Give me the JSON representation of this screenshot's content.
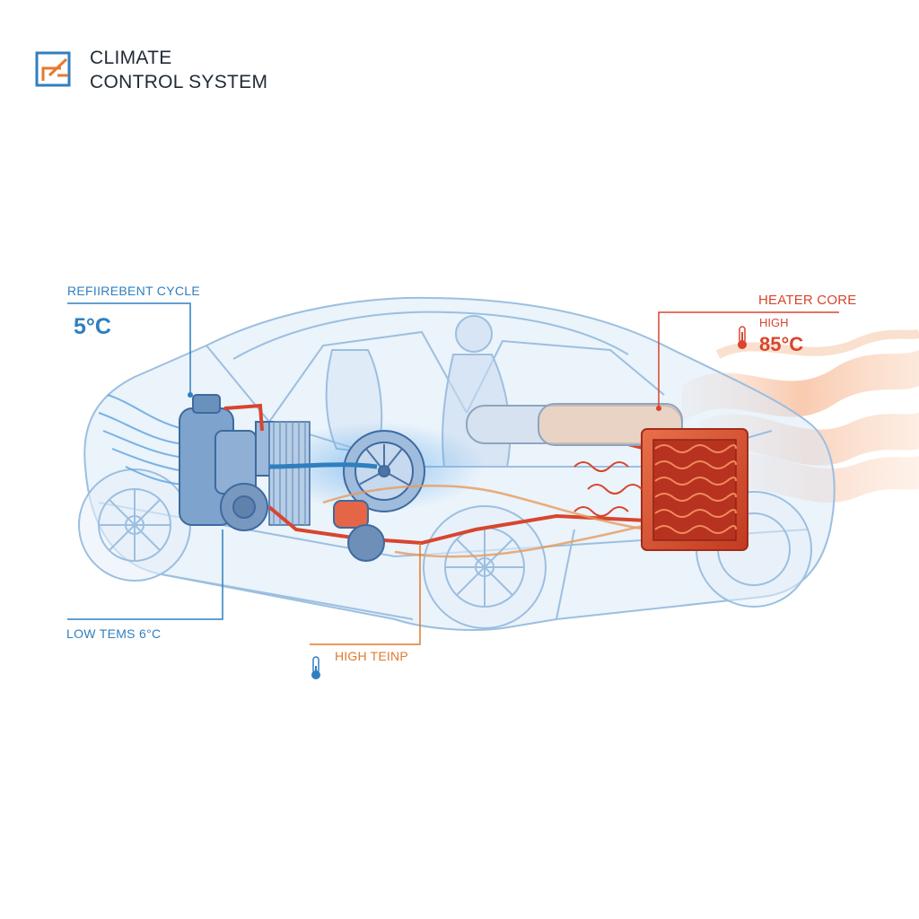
{
  "title": {
    "line1": "CLIMATE",
    "line2": "CONTROL SYSTEM"
  },
  "labels": {
    "refrigerant_cycle": "REFIIREBENT CYCLE",
    "refrigerant_temp": "5°C",
    "heater_core": "HEATER CORE",
    "heater_high": "HIGH",
    "heater_temp": "85°C",
    "low_temp": "LOW TEMS 6°C",
    "high_temp": "HIGH TEINP"
  },
  "colors": {
    "cold": "#2f7fc0",
    "hot": "#d8452e",
    "warm": "#e07a2e",
    "car_outline": "#9cbfe0",
    "car_fill": "#dbe9f7"
  },
  "icons": [
    "logo-icon",
    "thermometer-hot-icon",
    "thermometer-cold-icon"
  ]
}
